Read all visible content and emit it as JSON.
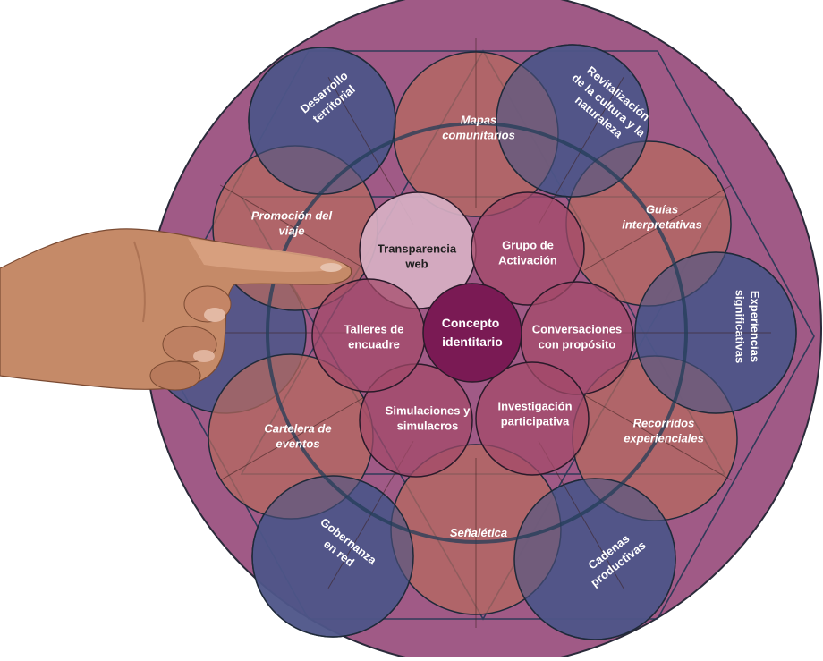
{
  "diagram": {
    "center": {
      "lines": [
        "Concepto",
        "identitario"
      ]
    },
    "inner_ring": [
      {
        "id": "transparencia",
        "lines": [
          "Transparencia",
          "web"
        ]
      },
      {
        "id": "grupo",
        "lines": [
          "Grupo de",
          "Activación"
        ]
      },
      {
        "id": "conversaciones",
        "lines": [
          "Conversaciones",
          "con propósito"
        ]
      },
      {
        "id": "investigacion",
        "lines": [
          "Investigación",
          "participativa"
        ]
      },
      {
        "id": "simulaciones",
        "lines": [
          "Simulaciones y",
          "simulacros"
        ]
      },
      {
        "id": "talleres",
        "lines": [
          "Talleres de",
          "encuadre"
        ]
      }
    ],
    "middle_ring": [
      {
        "id": "mapas",
        "lines": [
          "Mapas",
          "comunitarios"
        ]
      },
      {
        "id": "guias",
        "lines": [
          "Guías",
          "interpretativas"
        ]
      },
      {
        "id": "recorridos",
        "lines": [
          "Recorridos",
          "experienciales"
        ]
      },
      {
        "id": "senaletica",
        "lines": [
          "Señalética"
        ]
      },
      {
        "id": "cartelera",
        "lines": [
          "Cartelera de",
          "eventos"
        ]
      },
      {
        "id": "promocion",
        "lines": [
          "Promoción del",
          "viaje"
        ]
      }
    ],
    "outer_ring": [
      {
        "id": "desarrollo",
        "lines": [
          "Desarrollo",
          "territorial"
        ]
      },
      {
        "id": "revitalizacion",
        "lines": [
          "Revitalización",
          "de la cultura y la",
          "naturaleza"
        ]
      },
      {
        "id": "experiencias",
        "lines": [
          "Experiencias",
          "significativas"
        ]
      },
      {
        "id": "cadenas",
        "lines": [
          "Cadenas",
          "productivas"
        ]
      },
      {
        "id": "gobernanza",
        "lines": [
          "Gobernanza",
          "en red"
        ]
      },
      {
        "id": "hand",
        "lines": []
      }
    ],
    "colors": {
      "background_disc": "#a05a86",
      "outer_circles": "#4f5588",
      "middle_circles": "#b56a5e",
      "inner_circles": "#a44a6a",
      "highlight": "#d7b0c4",
      "center": "#7a1a54",
      "lines": "#1d3552",
      "skin": "#c99070"
    }
  }
}
